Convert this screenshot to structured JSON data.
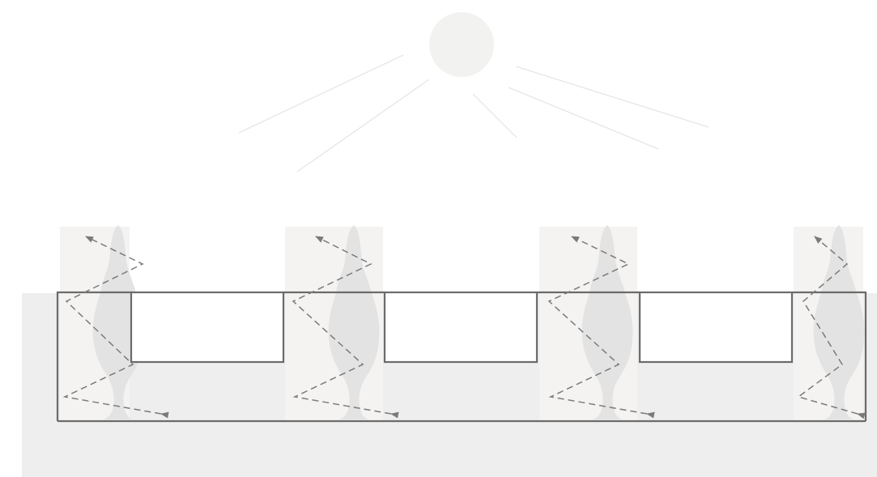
{
  "diagram": {
    "text_labels": [],
    "colors": {
      "background": "#ffffff",
      "ground": "#eeeeee",
      "sun": "#f2f2f0",
      "sun_rays": "#e6e6e6",
      "planter_strip": "#f4f3f1",
      "tree": "#e3e3e3",
      "outline": "#6b6b6b",
      "arrow": "#7a7a7a"
    },
    "icons": {
      "sun": "sun-icon",
      "tree": "tree-icon"
    },
    "sun": {
      "ray_count": 5
    },
    "planters": [
      {
        "name": "planter-1",
        "has_tree": true
      },
      {
        "name": "planter-2",
        "has_tree": true
      },
      {
        "name": "planter-3",
        "has_tree": true
      },
      {
        "name": "planter-4",
        "has_tree": true
      }
    ],
    "courtyards": [
      {
        "name": "courtyard-1"
      },
      {
        "name": "courtyard-2"
      },
      {
        "name": "courtyard-3"
      }
    ],
    "airflow": {
      "style": "dashed",
      "arrow_count": 4
    }
  }
}
